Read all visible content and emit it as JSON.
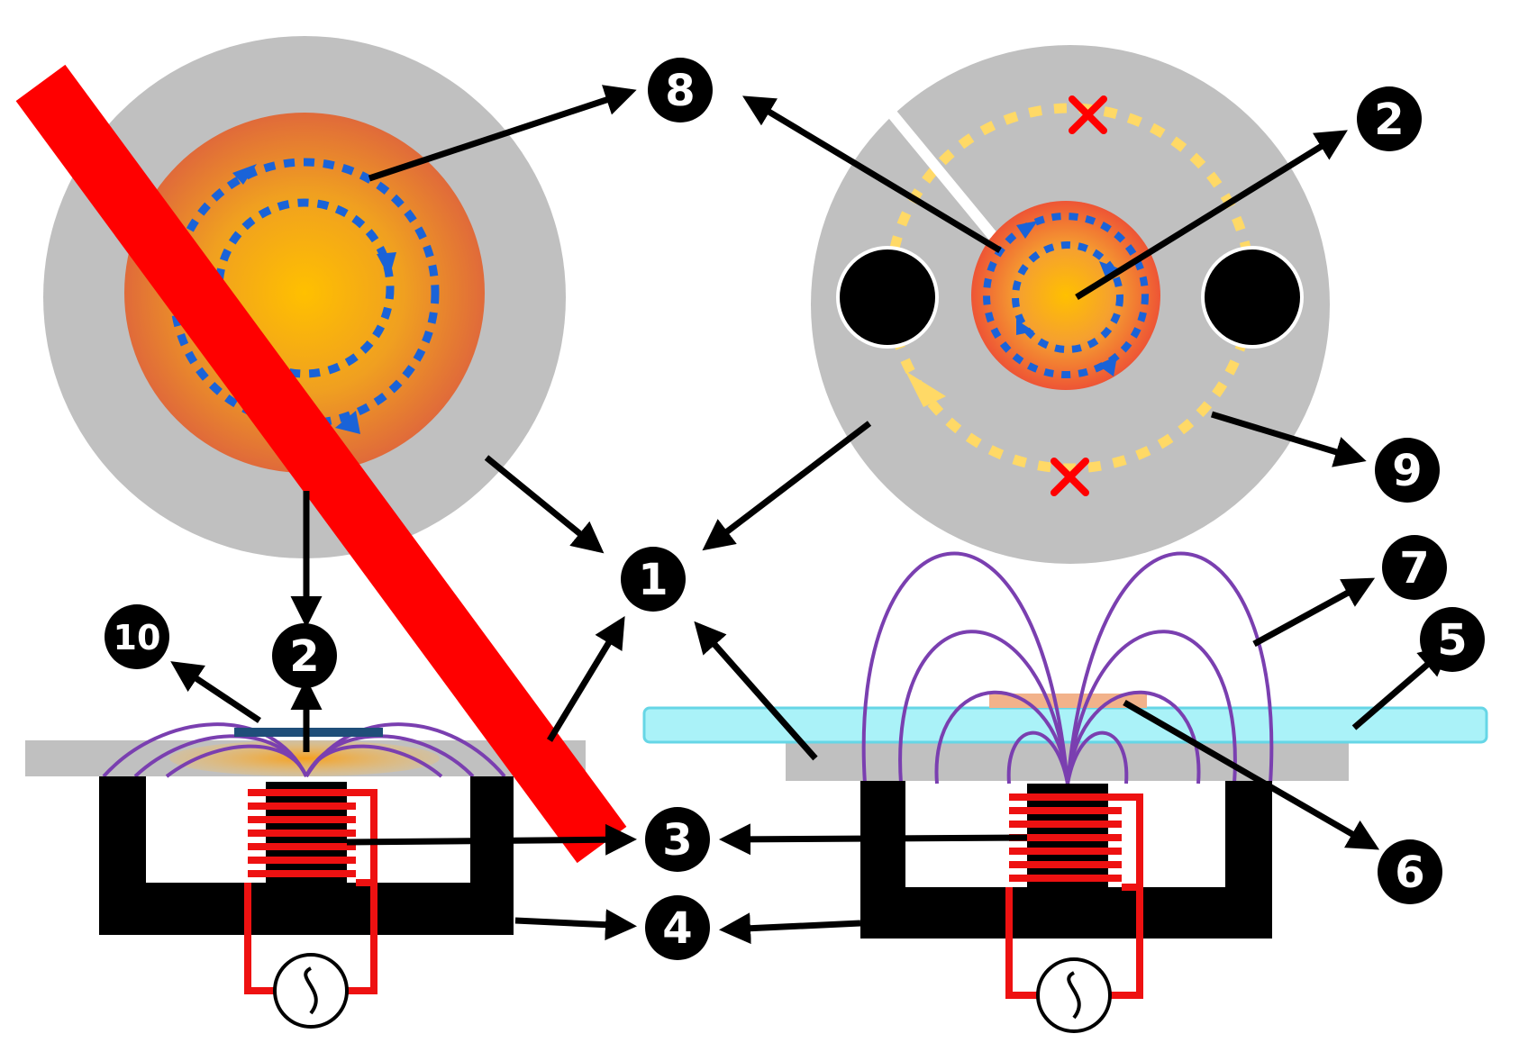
{
  "labels": {
    "l1": "1",
    "l2a": "2",
    "l2b": "2",
    "l3": "3",
    "l4": "4",
    "l5": "5",
    "l6": "6",
    "l7": "7",
    "l8": "8",
    "l9": "9",
    "l10": "10"
  },
  "colors": {
    "plate_gray": "#c0c0c0",
    "core_black": "#000000",
    "coil_red": "#ee1111",
    "field_purple": "#7a3fb0",
    "eddy_blue": "#1a63d8",
    "flux_yellow": "#ffd966",
    "glass_cyan": "#aaf2f8",
    "sample_peach": "#f2b28a",
    "disc_orange": "#e87a3a",
    "disc_center": "#ffc000",
    "strike_red": "#ff0000",
    "cross_red": "#ff0000"
  },
  "icons": {
    "ac_source": "ac-source-icon",
    "cross": "cross-icon",
    "arrow": "arrow-icon"
  }
}
